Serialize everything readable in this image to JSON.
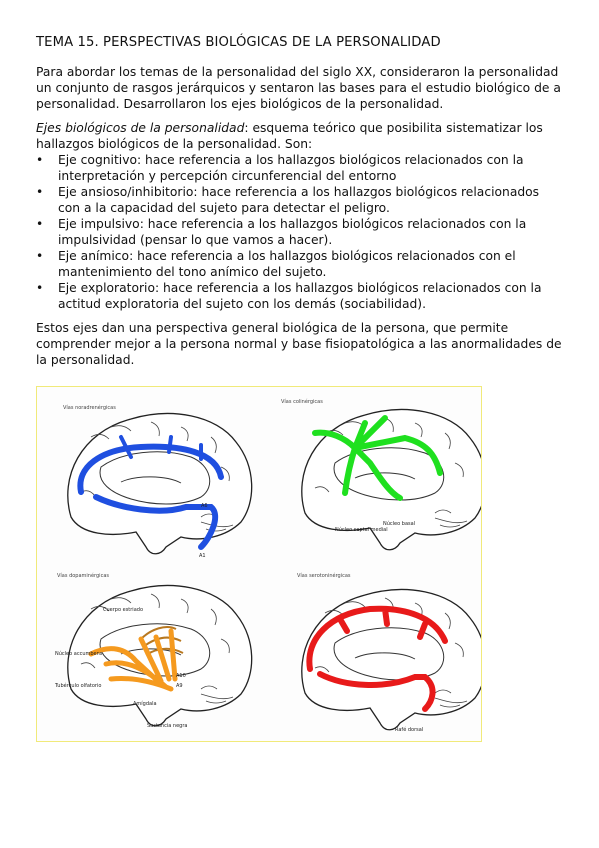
{
  "title": "TEMA 15. PERSPECTIVAS BIOLÓGICAS DE LA PERSONALIDAD",
  "paragraph1": "Para abordar los temas de la personalidad del siglo XX, consideraron la personalidad un conjunto de rasgos jerárquicos y sentaron las bases para el estudio biológico de a personalidad. Desarrollaron los ejes biológicos de la personalidad.",
  "definition": {
    "term": "Ejes biológicos de la personalidad",
    "text": ": esquema teórico que posibilita sistematizar los hallazgos biológicos de la personalidad. Son:"
  },
  "bullet_char": "•",
  "axes": [
    "Eje cognitivo: hace referencia a los hallazgos biológicos relacionados con la interpretación y percepción circunferencial del entorno",
    "Eje ansioso/inhibitorio: hace referencia a los hallazgos biológicos relacionados con a la capacidad del sujeto para detectar el peligro.",
    "Eje impulsivo: hace referencia a los hallazgos biológicos relacionados con la impulsividad (pensar lo que vamos a hacer).",
    "Eje anímico: hace referencia a los hallazgos biológicos relacionados con el mantenimiento del tono anímico del sujeto.",
    "Eje exploratorio: hace referencia a los hallazgos biológicos relacionados con la actitud exploratoria del sujeto con los demás (sociabilidad)."
  ],
  "paragraph2": "Estos ejes dan una perspectiva general biológica de la persona, que permite comprender mejor a la persona normal y base fisiopatológica a las anormalidades de la personalidad.",
  "figure": {
    "panels": [
      {
        "title": "Vías noradrenérgicas",
        "color": "#1f4fe0",
        "labels": [
          "A6",
          "A1"
        ]
      },
      {
        "title": "Vías colinérgicas",
        "color": "#1fe01f",
        "labels": [
          "Núcleo septal medial",
          "Núcleo basal"
        ]
      },
      {
        "title": "Vías dopaminérgicas",
        "color": "#f59a1f",
        "labels": [
          "Cuerpo estriado",
          "Núcleo accumbens",
          "Tubérculo olfatorio",
          "A10",
          "A9",
          "Amígdala",
          "Sustancia negra"
        ]
      },
      {
        "title": "Vías serotoninérgicas",
        "color": "#e81a1a",
        "labels": [
          "Rafé dorsal"
        ]
      }
    ]
  }
}
